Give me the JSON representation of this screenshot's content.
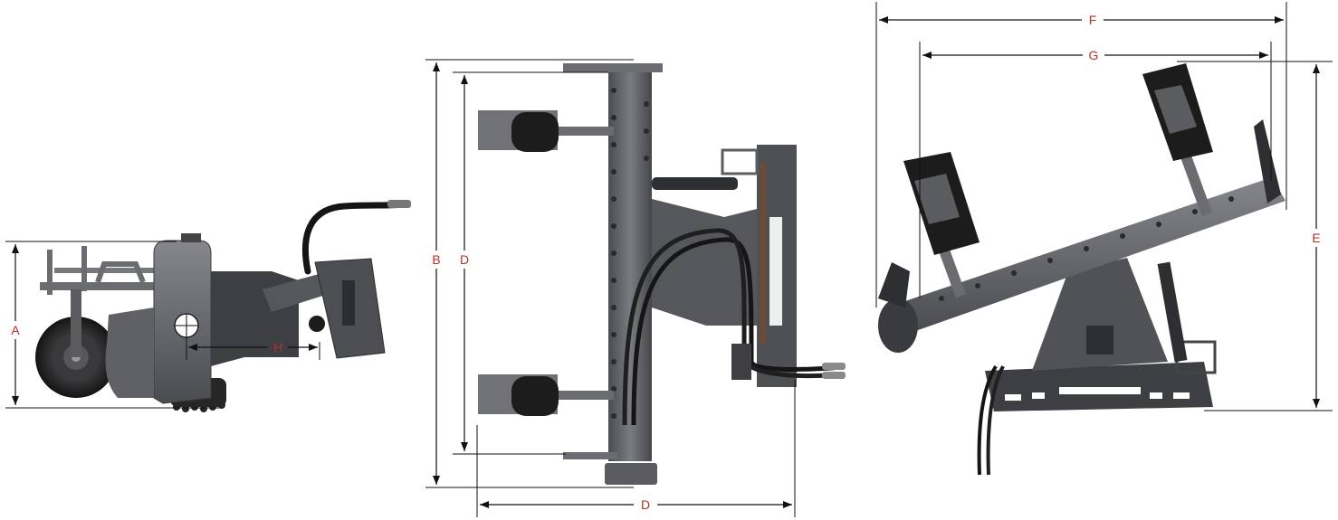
{
  "colors": {
    "label": "#b3322a",
    "line": "#111111",
    "metal_dark": "#3e3f42",
    "metal_mid": "#5c5e62",
    "metal_light": "#7b7d82",
    "rubber": "#1c1c1d",
    "hose": "#151515",
    "rust": "#7a4a2a"
  },
  "views": {
    "side": {
      "labels": {
        "height": "A",
        "pivot_offset": "H"
      }
    },
    "top": {
      "labels": {
        "overall_length": "B",
        "inner_length": "D",
        "width": "D"
      }
    },
    "angled": {
      "labels": {
        "overall_width": "F",
        "wheel_span": "G",
        "overall_height": "E"
      }
    }
  }
}
